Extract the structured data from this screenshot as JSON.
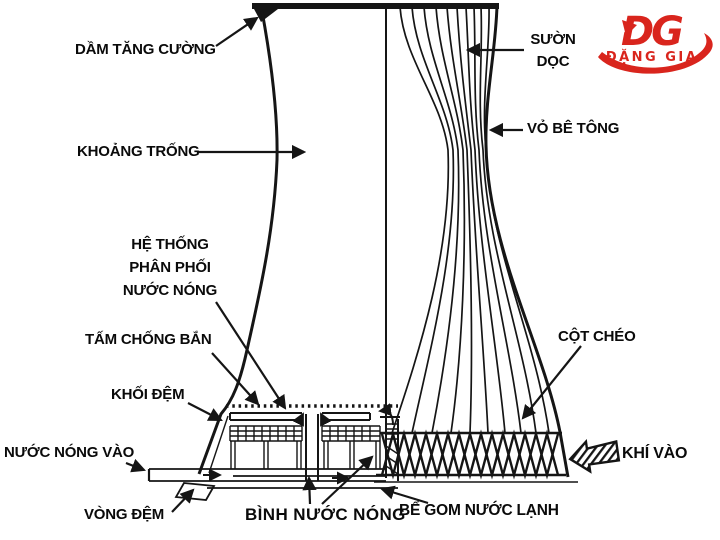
{
  "labels": {
    "dam_tang_cuong": "DẦM TĂNG CƯỜNG",
    "suon_doc_1": "SƯỜN",
    "suon_doc_2": "DỌC",
    "vo_be_tong": "VỎ BÊ TÔNG",
    "khoang_trong": "KHOẢNG TRỐNG",
    "he_thong_1": "HỆ THỐNG",
    "he_thong_2": "PHÂN PHỐI",
    "he_thong_3": "NƯỚC NÓNG",
    "tam_chong_ban": "TẤM CHỐNG BẮN",
    "khoi_dem": "KHỐI ĐỆM",
    "nuoc_nong_vao": "NƯỚC NÓNG VÀO",
    "vong_dem": "VÒNG ĐỆM",
    "binh_nuoc_nong": "BÌNH NƯỚC NÓNG",
    "be_gom_nuoc_lanh": "BỂ GOM NƯỚC LẠNH",
    "cot_cheo": "CỘT CHÉO",
    "khi_vao": "KHÍ VÀO"
  },
  "logo": {
    "monogram": "DG",
    "brand": "ĐẶNG GIA",
    "color": "#d9251d"
  },
  "colors": {
    "line": "#151515",
    "label": "#0a0a0a",
    "background": "#ffffff"
  }
}
